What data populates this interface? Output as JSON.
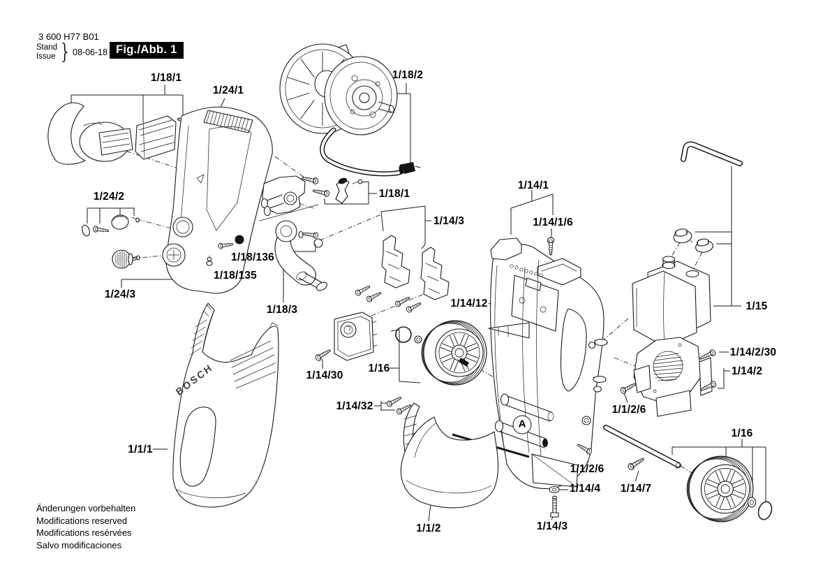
{
  "title_block": {
    "part_code": "3 600 H77 B01",
    "stand_label": "Stand",
    "issue_label": "Issue",
    "brace": "}",
    "date": "08-06-18",
    "figure_label": "Fig./Abb. 1"
  },
  "diagram": {
    "brand_embossed": "BOSCH",
    "detail_marker": "A",
    "labels": [
      {
        "id": "1-18-1-top",
        "text": "1/18/1"
      },
      {
        "id": "1-24-1",
        "text": "1/24/1"
      },
      {
        "id": "1-18-2",
        "text": "1/18/2"
      },
      {
        "id": "1-24-2",
        "text": "1/24/2"
      },
      {
        "id": "1-18-136",
        "text": "1/18/136"
      },
      {
        "id": "1-18-135",
        "text": "1/18/135"
      },
      {
        "id": "1-24-3",
        "text": "1/24/3"
      },
      {
        "id": "1-18-1-mid",
        "text": "1/18/1"
      },
      {
        "id": "1-14-3-brackets",
        "text": "1/14/3"
      },
      {
        "id": "1-14-1",
        "text": "1/14/1"
      },
      {
        "id": "1-14-1-6",
        "text": "1/14/1/6"
      },
      {
        "id": "1-18-3",
        "text": "1/18/3"
      },
      {
        "id": "1-14-12",
        "text": "1/14/12"
      },
      {
        "id": "1-15",
        "text": "1/15"
      },
      {
        "id": "1-14-30",
        "text": "1/14/30"
      },
      {
        "id": "1-16-front",
        "text": "1/16"
      },
      {
        "id": "1-14-2-30",
        "text": "1/14/2/30"
      },
      {
        "id": "1-14-2",
        "text": "1/14/2"
      },
      {
        "id": "1-1-2-6-upper",
        "text": "1/1/2/6"
      },
      {
        "id": "1-14-32",
        "text": "1/14/32"
      },
      {
        "id": "1-1-1",
        "text": "1/1/1"
      },
      {
        "id": "1-1-2-6-lower",
        "text": "1/1/2/6"
      },
      {
        "id": "1-14-4",
        "text": "1/14/4"
      },
      {
        "id": "1-14-7",
        "text": "1/14/7"
      },
      {
        "id": "1-14-3-bolt",
        "text": "1/14/3"
      },
      {
        "id": "1-1-2",
        "text": "1/1/2"
      },
      {
        "id": "1-16-rear",
        "text": "1/16"
      }
    ]
  },
  "footer": {
    "lines": [
      "Änderungen vorbehalten",
      "Modifications reserved",
      "Modifications resérvées",
      "Salvo modificaciones"
    ]
  },
  "colors": {
    "ink": "#1a1a1a",
    "paper": "#ffffff",
    "figure_box_bg": "#000000",
    "figure_box_text": "#ffffff"
  }
}
